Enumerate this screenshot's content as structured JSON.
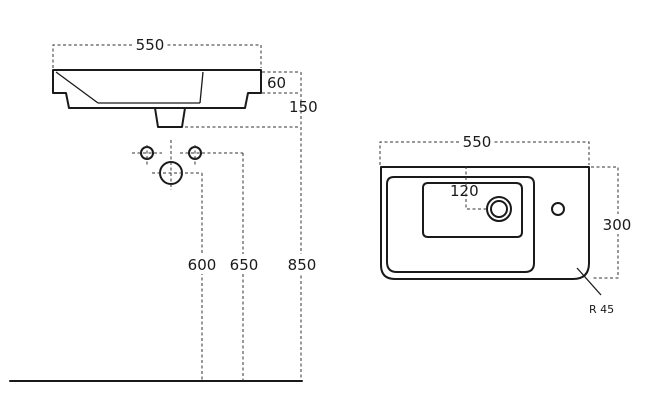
{
  "side_view": {
    "width_dim": "550",
    "rim_dim": "60",
    "drain_dim": "150",
    "tap_height_dim": "600",
    "drain_height_dim": "650",
    "total_height_dim": "850"
  },
  "top_view": {
    "width_dim": "550",
    "drain_offset_dim": "120",
    "depth_dim": "300",
    "radius_label": "R 45"
  }
}
